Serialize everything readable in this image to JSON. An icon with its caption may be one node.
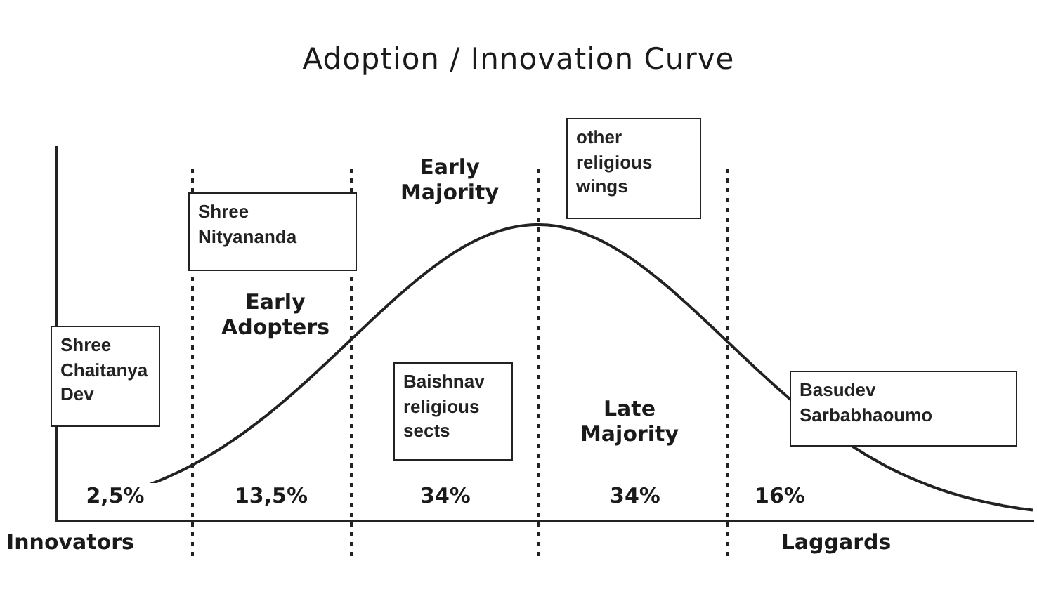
{
  "diagram": {
    "title": "Adoption / Innovation Curve",
    "nodes": [
      {
        "text": [
          "Shree Chaitanya Dev"
        ]
      },
      {
        "text": [
          "Shree Nityananda"
        ]
      },
      {
        "text": [
          "Baishnav religious sects"
        ]
      },
      {
        "text": [
          "other religious wings"
        ]
      },
      {
        "text": [
          "Basudev Sarbabhaoumo"
        ]
      }
    ],
    "labels": [
      "Early Majority",
      "Early Adopters",
      "Late Majority",
      "2,5%",
      "13,5%",
      "34%",
      "34%",
      "16%",
      "Innovators",
      "Laggards"
    ]
  }
}
